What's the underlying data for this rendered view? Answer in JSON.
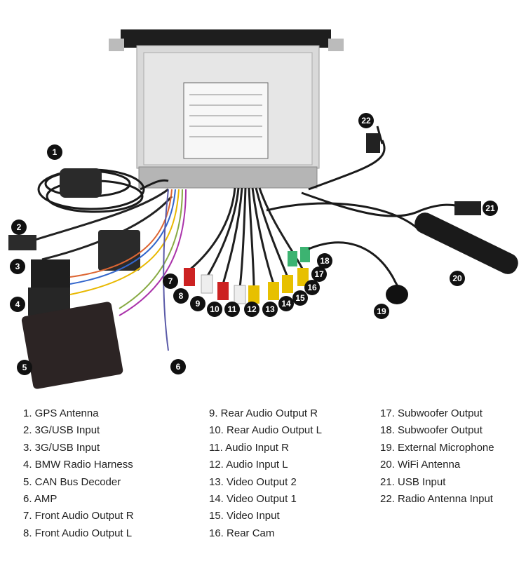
{
  "badges": [
    "1",
    "2",
    "3",
    "4",
    "5",
    "6",
    "7",
    "8",
    "9",
    "10",
    "11",
    "12",
    "13",
    "14",
    "15",
    "16",
    "17",
    "18",
    "19",
    "20",
    "21",
    "22"
  ],
  "legend": {
    "col1": [
      "1. GPS Antenna",
      "2. 3G/USB Input",
      "3. 3G/USB Input",
      "4. BMW Radio Harness",
      "5. CAN Bus Decoder",
      "6. AMP",
      "7. Front Audio Output R",
      "8. Front Audio Output L"
    ],
    "col2": [
      "9.  Rear Audio Output R",
      "10. Rear Audio Output L",
      "11. Audio Input R",
      "12. Audio Input L",
      "13. Video Output 2",
      "14. Video Output 1",
      "15. Video Input",
      "16. Rear Cam"
    ],
    "col3": [
      "17. Subwoofer Output",
      "18. Subwoofer Output",
      "19. External Microphone",
      "20. WiFi Antenna",
      "21. USB Input",
      "22. Radio Antenna Input"
    ]
  }
}
